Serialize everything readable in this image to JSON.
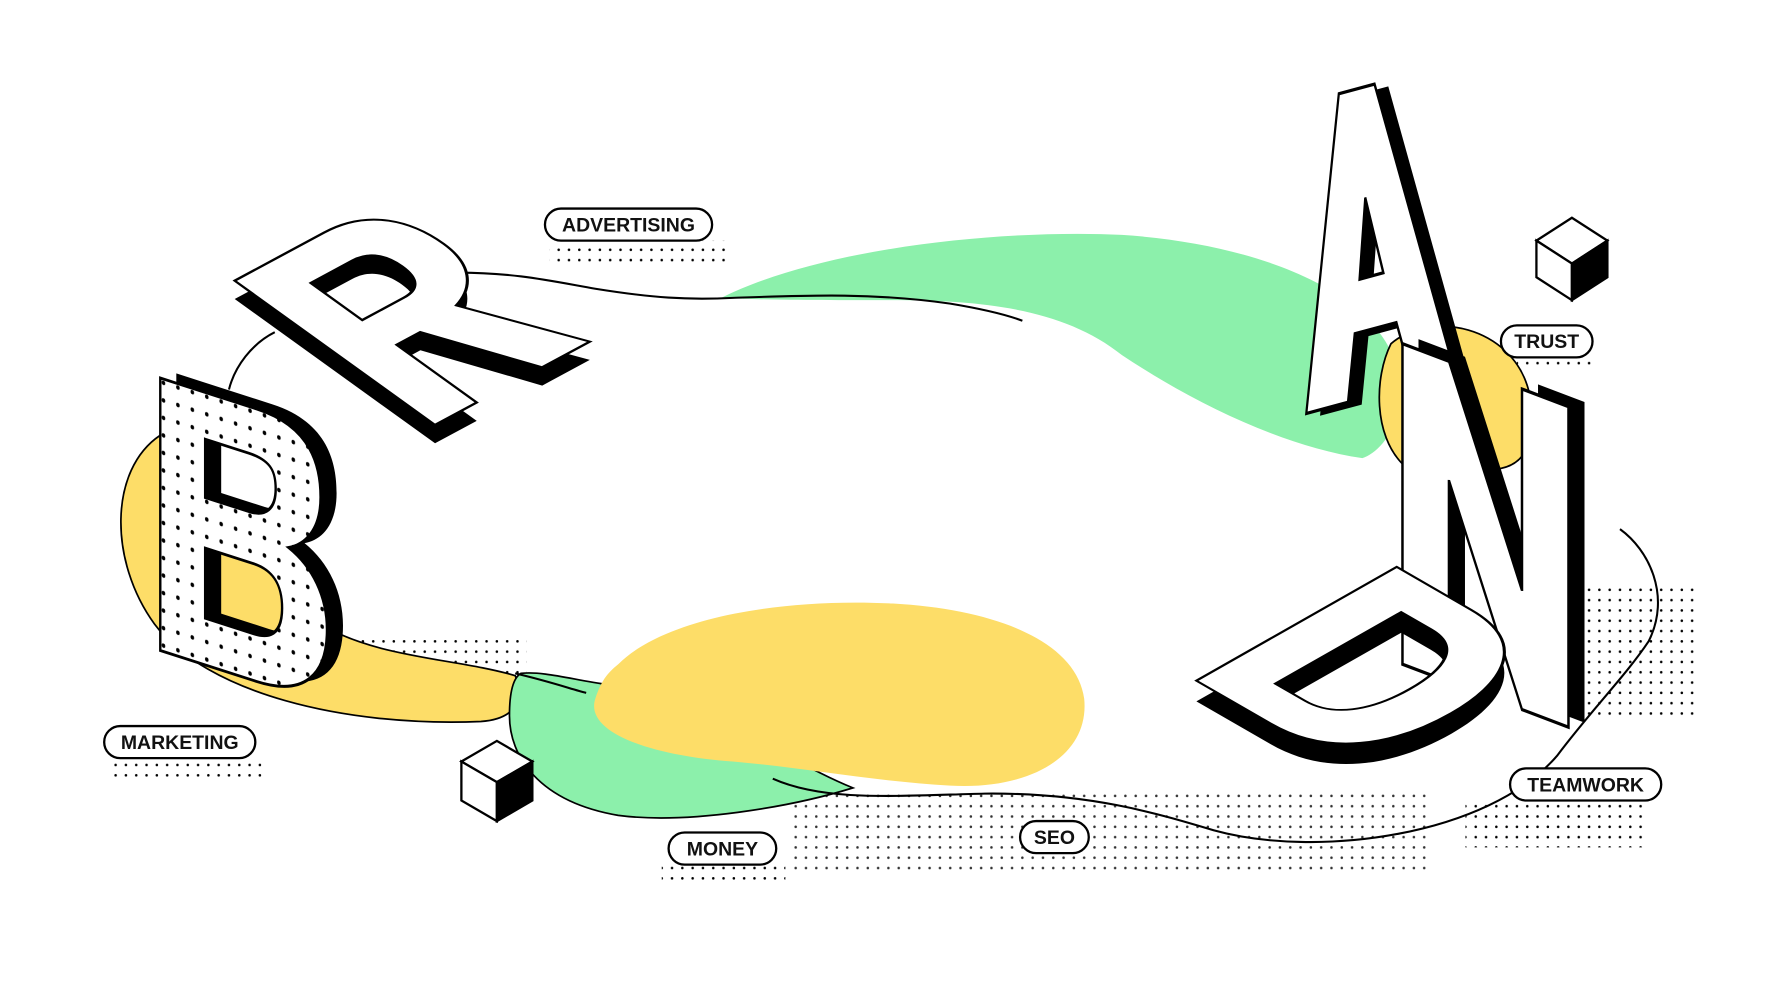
{
  "title_letters": [
    "B",
    "R",
    "A",
    "N",
    "D"
  ],
  "labels": {
    "advertising": "ADVERTISING",
    "trust": "TRUST",
    "marketing": "MARKETING",
    "money": "MONEY",
    "seo": "SEO",
    "teamwork": "TEAMWORK"
  },
  "colors": {
    "green": "#8CF0AB",
    "yellow": "#FDDD68",
    "ink": "#000000",
    "paper": "#FFFFFF"
  }
}
